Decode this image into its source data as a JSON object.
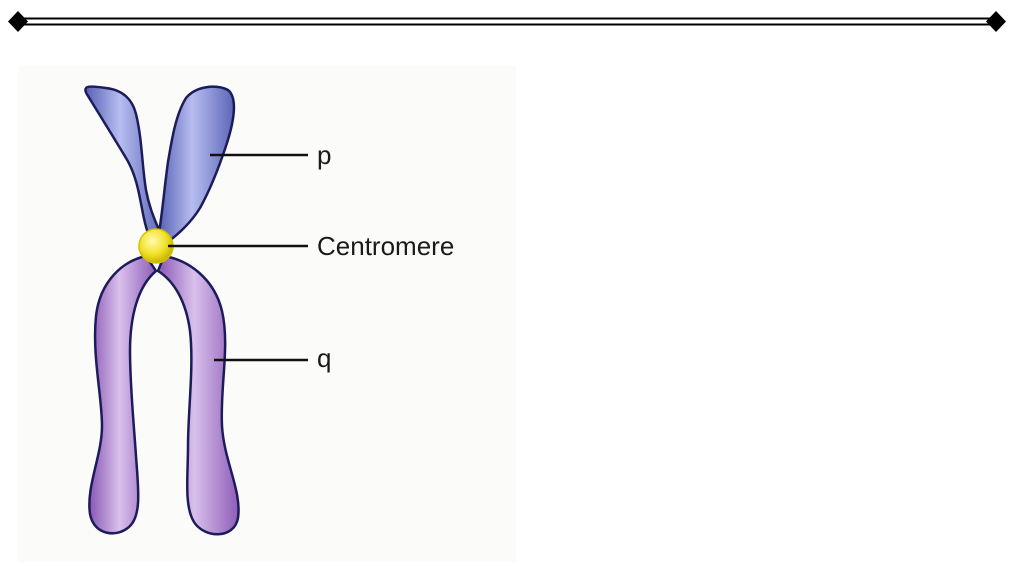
{
  "diagram": {
    "labels": {
      "p": "p",
      "centromere": "Centromere",
      "q": "q"
    },
    "colors": {
      "p_arm": "#6f79c9",
      "p_arm_highlight": "#b7bdf0",
      "q_arm": "#a274c8",
      "q_arm_highlight": "#d8c0ec",
      "outline": "#1c1c5a",
      "centromere": "#f2e22a",
      "centromere_highlight": "#fffbb0",
      "divider": "#000000"
    }
  }
}
